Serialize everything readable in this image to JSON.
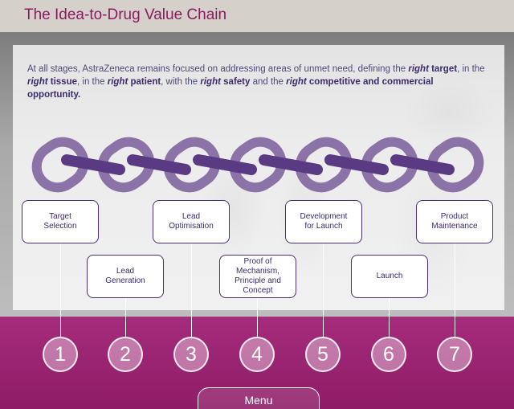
{
  "header": {
    "title": "The Idea-to-Drug Value Chain"
  },
  "intro": {
    "t1": "At all stages, AstraZeneca remains focused on addressing areas of unmet need, defining the ",
    "e1": "right",
    "b1": " target",
    "t2": ", in the ",
    "e2": "right",
    "b2": " tissue",
    "t3": ", in the ",
    "e3": "right",
    "b3": " patient",
    "t4": ", with the ",
    "e4": "right",
    "b4": " safety",
    "t5": " and the ",
    "e5": "right",
    "b5": " competitive and commercial opportunity."
  },
  "stages": [
    {
      "label_line1": "Target",
      "label_line2": "Selection",
      "label_line3": "",
      "number": "1"
    },
    {
      "label_line1": "Lead",
      "label_line2": "Generation",
      "label_line3": "",
      "number": "2"
    },
    {
      "label_line1": "Lead",
      "label_line2": "Optimisation",
      "label_line3": "",
      "number": "3"
    },
    {
      "label_line1": "Proof of",
      "label_line2": "Mechanism,",
      "label_line3": "Principle and",
      "label_line4": "Concept",
      "number": "4"
    },
    {
      "label_line1": "Development",
      "label_line2": "for Launch",
      "label_line3": "",
      "number": "5"
    },
    {
      "label_line1": "Launch",
      "label_line2": "",
      "label_line3": "",
      "number": "6"
    },
    {
      "label_line1": "Product",
      "label_line2": "Maintenance",
      "label_line3": "",
      "number": "7"
    }
  ],
  "menu": {
    "label": "Menu"
  },
  "colors": {
    "brand_magenta": "#8e1c66",
    "chain_purple": "#5a3a82",
    "chain_light": "#8b73a8"
  }
}
